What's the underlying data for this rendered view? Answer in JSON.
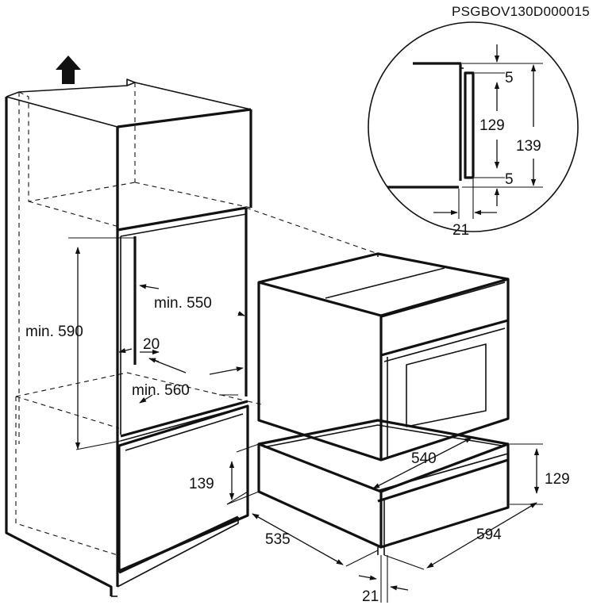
{
  "document_code": "PSGBOV130D000015",
  "cabinet": {
    "height_label": "min. 590",
    "width_label": "min. 550",
    "depth_label": "min. 560",
    "gap_label": "20",
    "drawer_height_label": "139"
  },
  "drawer": {
    "depth_label": "535",
    "inner_width_label": "540",
    "width_label": "594",
    "height_label": "129",
    "front_thickness_label": "21"
  },
  "detail": {
    "top_gap_label": "5",
    "inner_height_label": "129",
    "total_height_label": "139",
    "bottom_gap_label": "5",
    "thickness_label": "21"
  },
  "colors": {
    "line": "#111111",
    "background": "#ffffff"
  }
}
